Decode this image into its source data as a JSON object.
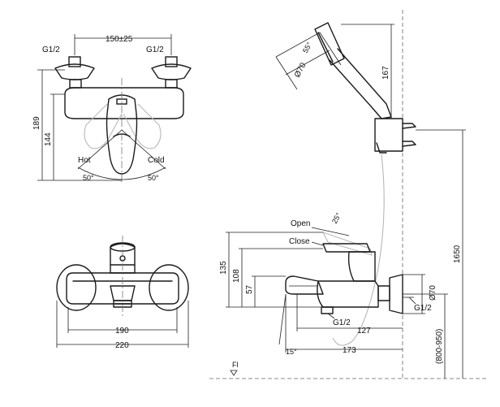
{
  "labels": {
    "top_dim_width": "150±25",
    "top_thread_left": "G1/2",
    "top_thread_right": "G1/2",
    "height_189": "189",
    "height_144": "144",
    "hot": "Hot",
    "cold": "Cold",
    "angle_left": "50°",
    "angle_right": "50°",
    "front_dim_190": "190",
    "front_dim_220": "220",
    "shower_angle": "55°",
    "shower_dia": "Ø70",
    "dim_167": "167",
    "dim_1650": "1650",
    "open": "Open",
    "close": "Close",
    "lever_angle": "25°",
    "dim_135": "135",
    "dim_108": "108",
    "dim_57": "57",
    "pipe_dia": "Ø70",
    "side_thread_1": "G1/2",
    "side_thread_2": "G1/2",
    "dim_127": "127",
    "dim_173": "173",
    "spout_angle": "15°",
    "dim_800_950": "(800-950)",
    "floor_mark": "Fl"
  }
}
